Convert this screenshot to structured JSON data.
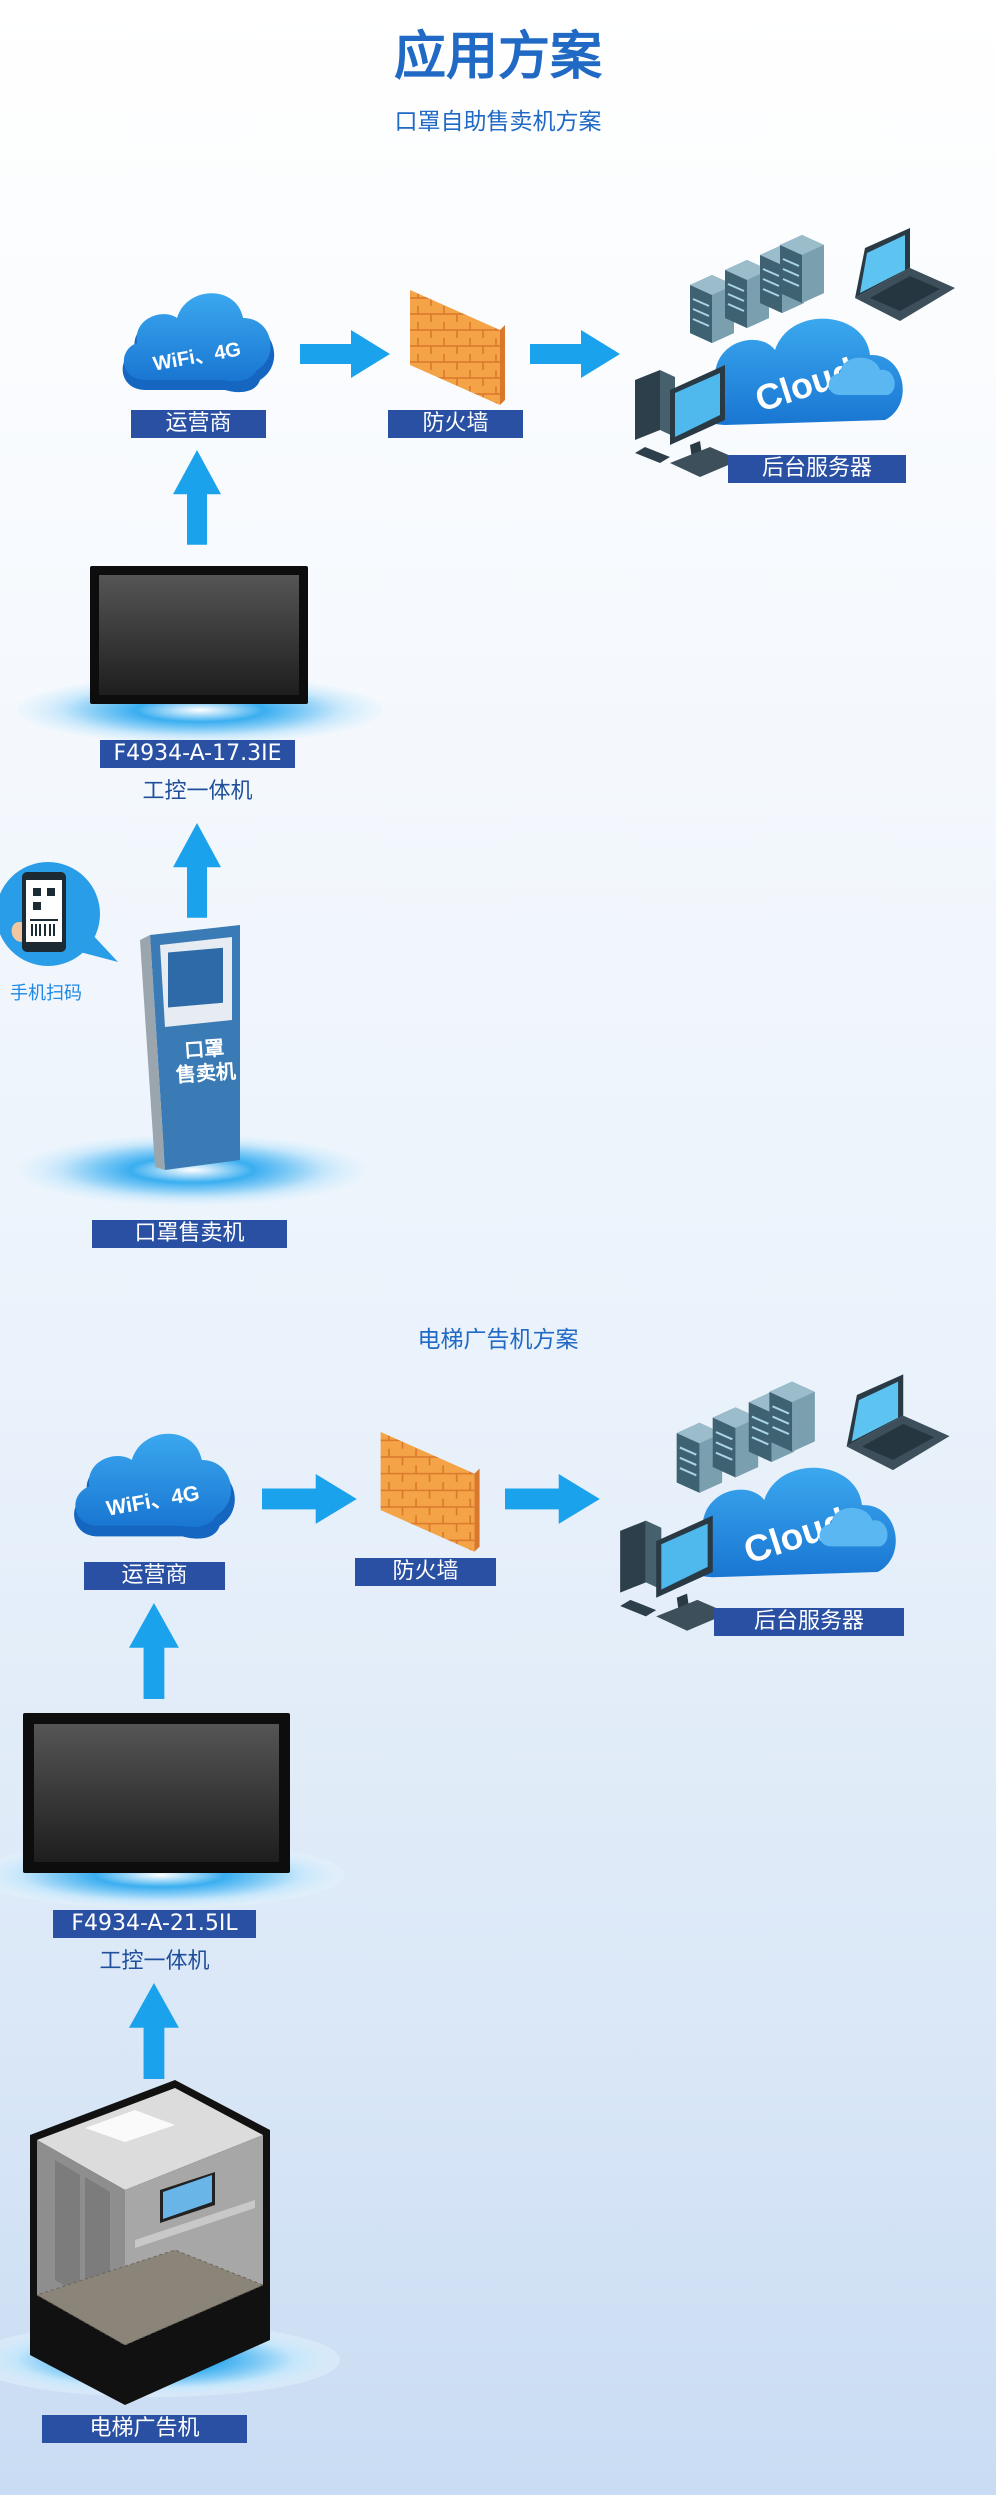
{
  "header": {
    "title": "应用方案"
  },
  "scheme1": {
    "title": "口罩自助售卖机方案",
    "cloud_text": "WiFi、4G",
    "cloud_word": "Cloud",
    "labels": {
      "carrier": "运营商",
      "firewall": "防火墙",
      "server": "后台服务器",
      "model": "F4934-A-17.3IE",
      "device_type": "工控一体机",
      "scan": "手机扫码",
      "machine": "口罩售卖机",
      "machine_text_1": "口罩",
      "machine_text_2": "售卖机"
    }
  },
  "scheme2": {
    "title": "电梯广告机方案",
    "cloud_text": "WiFi、4G",
    "cloud_word": "Cloud",
    "labels": {
      "carrier": "运营商",
      "firewall": "防火墙",
      "server": "后台服务器",
      "model": "F4934-A-21.5IL",
      "device_type": "工控一体机",
      "machine": "电梯广告机"
    }
  },
  "colors": {
    "primary_blue": "#2069c4",
    "label_bg": "#2950a3",
    "arrow_blue": "#1aa3ec",
    "firewall_orange": "#f39a3c"
  }
}
